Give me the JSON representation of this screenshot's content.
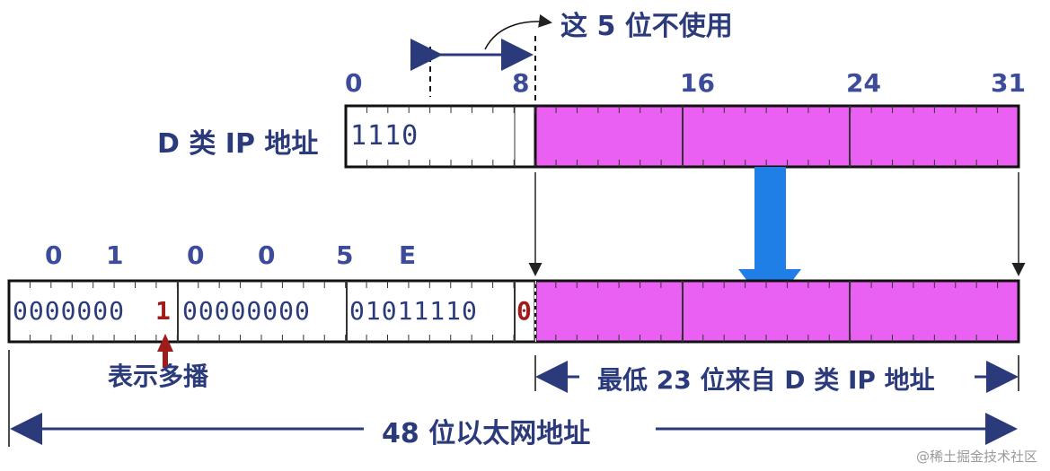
{
  "unused_note": "这 5 位不使用",
  "bit_positions": [
    "0",
    "8",
    "16",
    "24",
    "31"
  ],
  "class_d_label": "D 类 IP 地址",
  "class_d_prefix": "1110",
  "hex_digits": [
    "0",
    "1",
    "0",
    "0",
    "5",
    "E"
  ],
  "mac_bits": {
    "group1": "0000000",
    "multicast_bit": "1",
    "group2": "00000000",
    "group3": "01011110",
    "group4_bit": "0"
  },
  "multicast_label": "表示多播",
  "lower23_label": "最低 23 位来自 D 类 IP 地址",
  "mac48_label": "48 位以太网地址",
  "watermark": "@稀土掘金技术社区",
  "colors": {
    "navy": "#2b3a7a",
    "magenta": "#ea60f2",
    "arrow_blue": "#1f7fe6",
    "red": "#a11b1b"
  }
}
